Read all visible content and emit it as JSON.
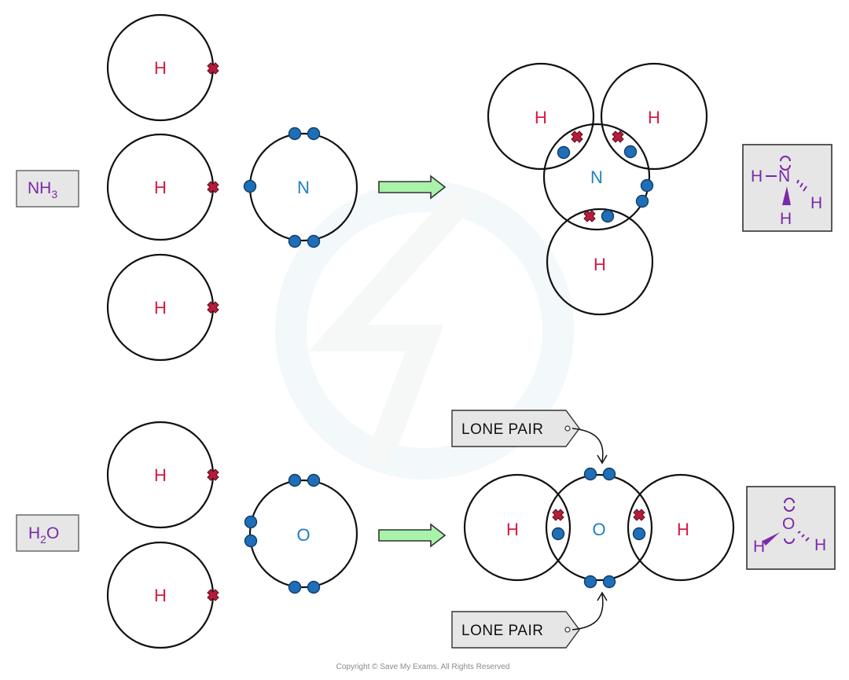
{
  "ammonia": {
    "formula_main": "NH",
    "formula_sub": "3",
    "hydrogen_label": "H",
    "center_label": "N"
  },
  "water": {
    "formula_main": "H",
    "formula_sub": "2",
    "formula_tail": "O",
    "hydrogen_label": "H",
    "center_label": "O",
    "lone_pair_top": "LONE PAIR",
    "lone_pair_bottom": "LONE PAIR"
  },
  "footer": {
    "copyright": "Copyright © Save My Exams. All Rights Reserved"
  },
  "colors": {
    "hydrogen": "#d81b45",
    "center_atom": "#1f7fc2",
    "formula": "#7a2aa8",
    "arrow": "#a9f2a9"
  }
}
